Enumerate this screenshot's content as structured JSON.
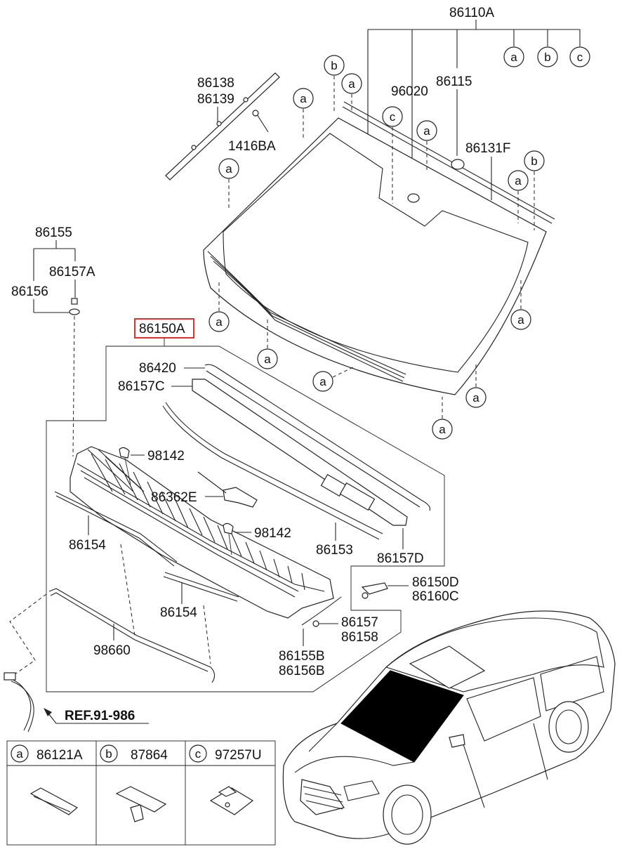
{
  "highlight_color": "#e23030",
  "labels": {
    "p86110A": "86110A",
    "p96020": "96020",
    "p86115": "86115",
    "p86131F": "86131F",
    "p86138": "86138",
    "p86139": "86139",
    "p1416BA": "1416BA",
    "p86155": "86155",
    "p86157A": "86157A",
    "p86156": "86156",
    "p86150A": "86150A",
    "p86420": "86420",
    "p86157C": "86157C",
    "p98142a": "98142",
    "p86362E": "86362E",
    "p98142b": "98142",
    "p86154a": "86154",
    "p86153": "86153",
    "p86157D": "86157D",
    "p86150D": "86150D",
    "p86160C": "86160C",
    "p86154b": "86154",
    "p86157": "86157",
    "p86158": "86158",
    "p98660": "98660",
    "p86155B": "86155B",
    "p86156B": "86156B",
    "ref": "REF.91-986"
  },
  "callouts": {
    "a": "a",
    "b": "b",
    "c": "c"
  },
  "legend": [
    {
      "key": "a",
      "part": "86121A"
    },
    {
      "key": "b",
      "part": "87864"
    },
    {
      "key": "c",
      "part": "97257U"
    }
  ]
}
